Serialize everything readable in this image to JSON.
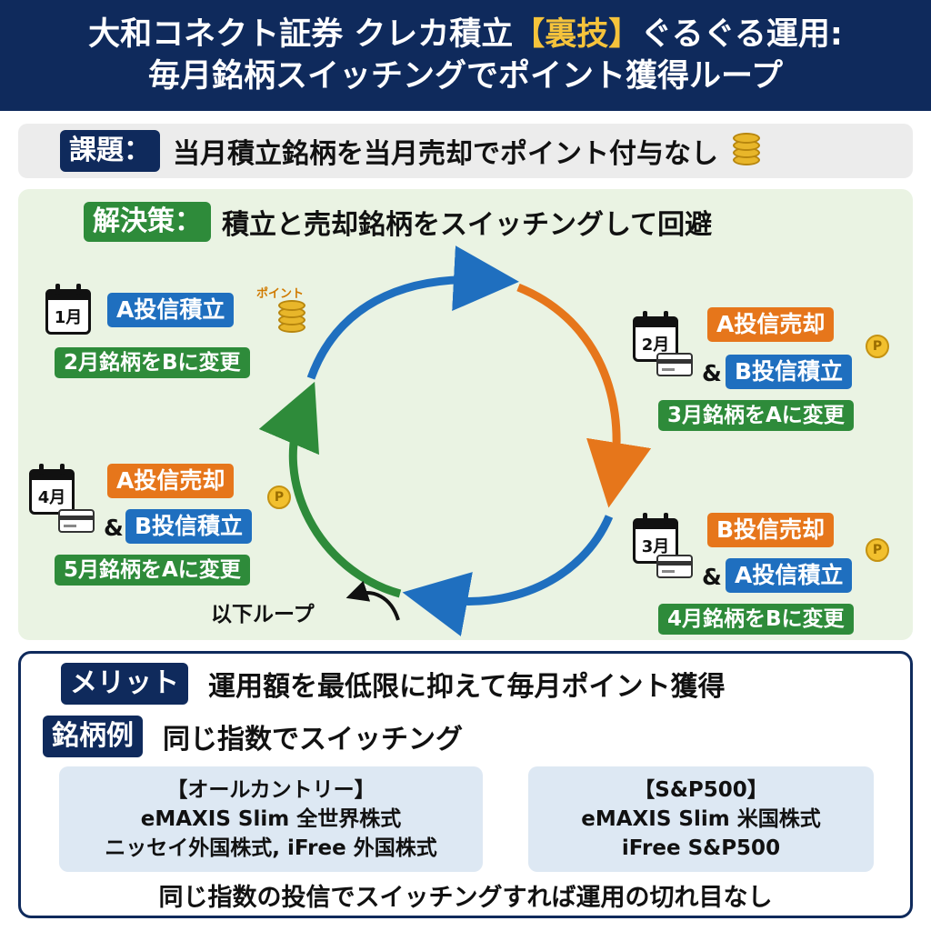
{
  "header": {
    "line1_prefix": "大和コネクト証券 クレカ積立",
    "line1_highlight": "【裏技】",
    "line1_suffix": "ぐるぐる運用:",
    "line2": "毎月銘柄スイッチングでポイント獲得ループ"
  },
  "issue": {
    "tag": "課題：",
    "text": "当月積立銘柄を当月売却でポイント付与なし",
    "icon": "coins-icon"
  },
  "solution": {
    "tag": "解決策：",
    "text": "積立と売却銘柄をスイッチングして回避"
  },
  "steps": {
    "jan": {
      "month": "1月",
      "action": "A投信積立",
      "point_label": "ポイント",
      "change": "2月銘柄をBに変更"
    },
    "feb": {
      "month": "2月",
      "sell": "A投信売却",
      "amp": "&",
      "buy": "B投信積立",
      "coin": "P",
      "change": "3月銘柄をAに変更"
    },
    "mar": {
      "month": "3月",
      "sell": "B投信売却",
      "amp": "&",
      "buy": "A投信積立",
      "coin": "P",
      "change": "4月銘柄をBに変更"
    },
    "apr": {
      "month": "4月",
      "sell": "A投信売却",
      "amp": "&",
      "buy": "B投信積立",
      "coin": "P",
      "change": "5月銘柄をAに変更"
    }
  },
  "loop_label": "以下ループ",
  "colors": {
    "navy": "#0f2a5c",
    "blue": "#1f6fbf",
    "orange": "#e6761b",
    "green": "#2e8b3a",
    "gold": "#f5c33b"
  },
  "merit": {
    "tag": "メリット",
    "text": "運用額を最低限に抑えて毎月ポイント獲得"
  },
  "example": {
    "tag": "銘柄例",
    "text": "同じ指数でスイッチング"
  },
  "funds": [
    {
      "title": "【オールカントリー】",
      "lines": [
        "eMAXIS Slim 全世界株式",
        "ニッセイ外国株式, iFree 外国株式"
      ]
    },
    {
      "title": "【S&P500】",
      "lines": [
        "eMAXIS Slim 米国株式",
        "iFree S&P500"
      ]
    }
  ],
  "bottom_note": "同じ指数の投信でスイッチングすれば運用の切れ目なし"
}
